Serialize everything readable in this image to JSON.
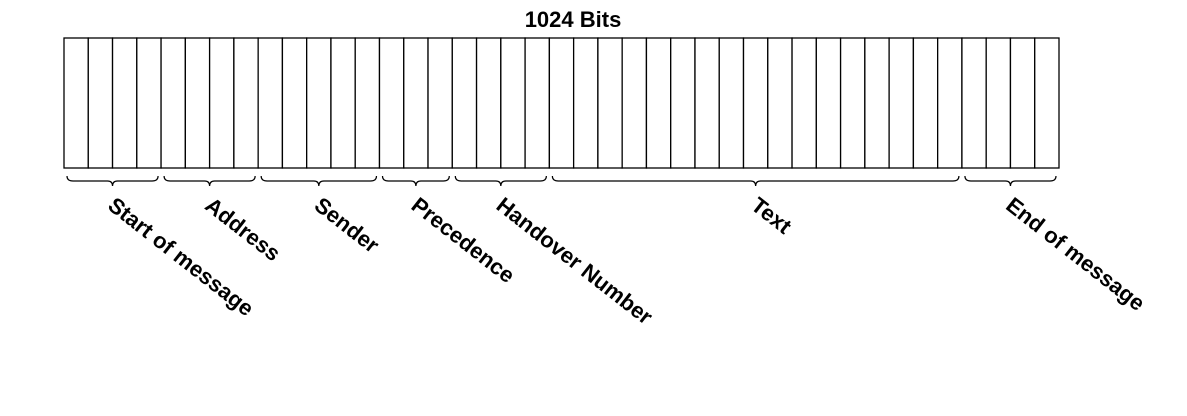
{
  "title": "1024 Bits",
  "cell_count": 41,
  "fields": [
    {
      "label": "Start of message",
      "cells": 4
    },
    {
      "label": "Address",
      "cells": 4
    },
    {
      "label": "Sender",
      "cells": 5
    },
    {
      "label": "Precedence",
      "cells": 3
    },
    {
      "label": "Handover Number",
      "cells": 4
    },
    {
      "label": "Text",
      "cells": 17
    },
    {
      "label": "End of message",
      "cells": 4
    }
  ],
  "colors": {
    "line": "#000000",
    "background": "#ffffff"
  }
}
